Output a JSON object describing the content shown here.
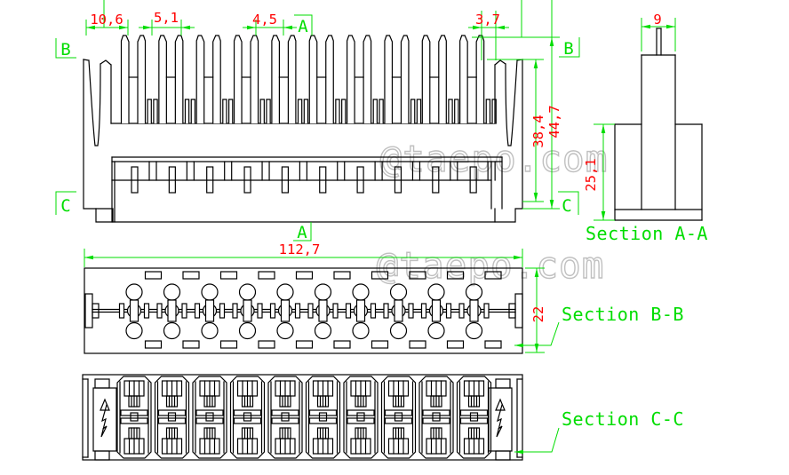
{
  "drawing_type": "connector module engineering drawing",
  "watermark": {
    "text": "@taepo.com"
  },
  "colors": {
    "background": "#ffffff",
    "outline": "#000000",
    "dimension": "#00dd00",
    "dim_text": "#ff0000",
    "watermark": "#c0c0c0"
  },
  "front_view": {
    "tooth_pairs": 10,
    "contact_tabs": 10,
    "dim_10_6": "10,6",
    "dim_5_1": "5,1",
    "dim_4_5": "4,5",
    "dim_3_7": "3,7",
    "dim_38_4": "38,4",
    "dim_44_7": "44,7",
    "marker_a_top": "A",
    "marker_a_bottom": "A",
    "marker_b_left": "B",
    "marker_b_right": "B",
    "marker_c_left": "C",
    "marker_c_right": "C"
  },
  "section_aa": {
    "title": "Section A-A",
    "dim_9": "9",
    "dim_25_1": "25,1"
  },
  "section_bb": {
    "title": "Section B-B",
    "dim_112_7": "112,7",
    "dim_22": "22",
    "positions": 10
  },
  "section_cc": {
    "title": "Section C-C",
    "modules": 10
  }
}
